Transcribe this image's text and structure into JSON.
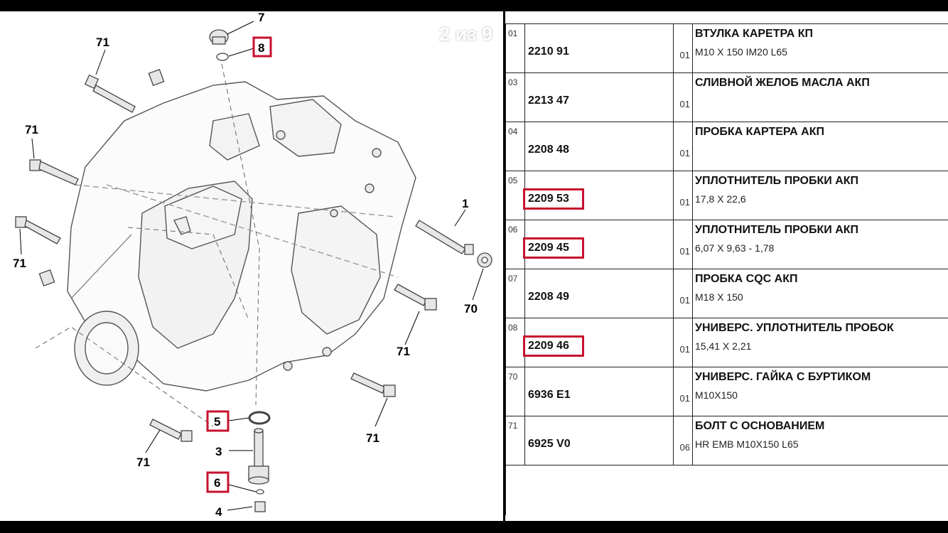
{
  "viewer": {
    "counter": "2 из 9",
    "close_icon": "close-icon"
  },
  "diagram": {
    "callouts": {
      "c7": "7",
      "c8": "8",
      "c71a": "71",
      "c71b": "71",
      "c71c": "71",
      "c1": "1",
      "c70": "70",
      "c71d": "71",
      "c71e": "71",
      "c71f": "71",
      "c5": "5",
      "c3": "3",
      "c6": "6",
      "c4": "4"
    },
    "highlight_color": "#c8102e"
  },
  "parts": [
    {
      "num": "01",
      "ref": "2210 91",
      "qty": "01",
      "title": "ВТУЛКА КАРЕТРА КП",
      "spec": "M10 X 150 IM20 L65",
      "highlighted": false
    },
    {
      "num": "03",
      "ref": "2213 47",
      "qty": "01",
      "title": "СЛИВНОЙ ЖЕЛОБ МАСЛА АКП",
      "spec": "",
      "highlighted": false
    },
    {
      "num": "04",
      "ref": "2208 48",
      "qty": "01",
      "title": "ПРОБКА КАРТЕРА АКП",
      "spec": "",
      "highlighted": false
    },
    {
      "num": "05",
      "ref": "2209 53",
      "qty": "01",
      "title": "УПЛОТНИТЕЛЬ ПРОБКИ АКП",
      "spec": "17,8 X 22,6",
      "highlighted": true
    },
    {
      "num": "06",
      "ref": "2209 45",
      "qty": "01",
      "title": "УПЛОТНИТЕЛЬ ПРОБКИ АКП",
      "spec": "6,07 X 9,63 - 1,78",
      "highlighted": true
    },
    {
      "num": "07",
      "ref": "2208 49",
      "qty": "01",
      "title": "ПРОБКА CQC АКП",
      "spec": "M18 X 150",
      "highlighted": false
    },
    {
      "num": "08",
      "ref": "2209 46",
      "qty": "01",
      "title": "УНИВЕРС. УПЛОТНИТЕЛЬ ПРОБОК",
      "spec": "15,41 X 2,21",
      "highlighted": true
    },
    {
      "num": "70",
      "ref": "6936 E1",
      "qty": "01",
      "title": "УНИВЕРС. ГАЙКА С БУРТИКОМ",
      "spec": "M10X150",
      "highlighted": false
    },
    {
      "num": "71",
      "ref": "6925 V0",
      "qty": "06",
      "title": "БОЛТ С ОСНОВАНИЕМ",
      "spec": "HR EMB M10X150 L65",
      "highlighted": false
    }
  ]
}
